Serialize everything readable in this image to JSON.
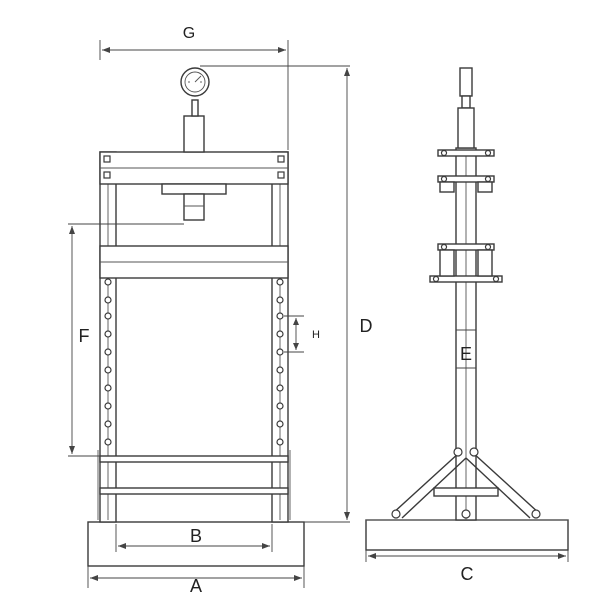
{
  "labels": {
    "a": "A",
    "b": "B",
    "c": "C",
    "d": "D",
    "e": "E",
    "f": "F",
    "g": "G",
    "h": "H"
  },
  "colors": {
    "line": "#3a3a3a",
    "background": "#ffffff"
  }
}
